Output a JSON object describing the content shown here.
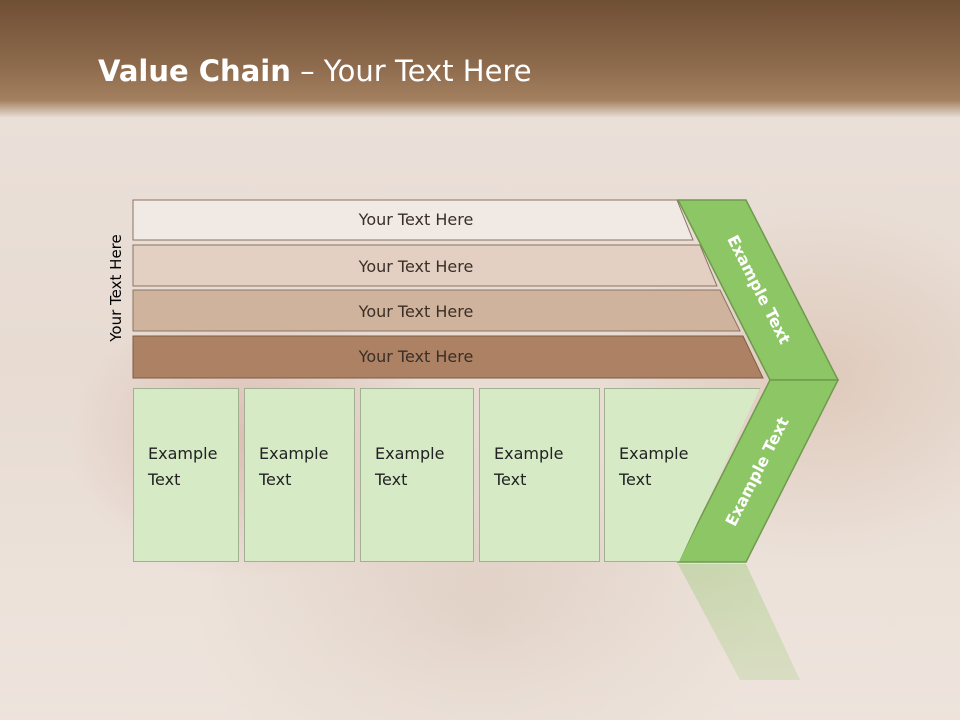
{
  "title": {
    "bold": "Value Chain",
    "rest": " – Your Text Here"
  },
  "side_label": "Your Text Here",
  "bars": [
    {
      "label": "Your Text Here",
      "color": "#f1e9e4"
    },
    {
      "label": "Your Text Here",
      "color": "#e3d0c3"
    },
    {
      "label": "Your Text Here",
      "color": "#d0b39d"
    },
    {
      "label": "Your Text Here",
      "color": "#ad8264"
    }
  ],
  "chevron_top": {
    "label": "Example Text",
    "color": "#8dc665"
  },
  "chevron_bottom": {
    "label": "Example Text",
    "color": "#8dc665"
  },
  "cells": [
    {
      "line1": "Example",
      "line2": "Text"
    },
    {
      "line1": "Example",
      "line2": "Text"
    },
    {
      "line1": "Example",
      "line2": "Text"
    },
    {
      "line1": "Example",
      "line2": "Text"
    },
    {
      "line1": "Example",
      "line2": "Text"
    }
  ],
  "colors": {
    "cell_fill": "#d6eac6",
    "chevron_border": "#6f9a4e",
    "header": "#7a5a3f"
  }
}
